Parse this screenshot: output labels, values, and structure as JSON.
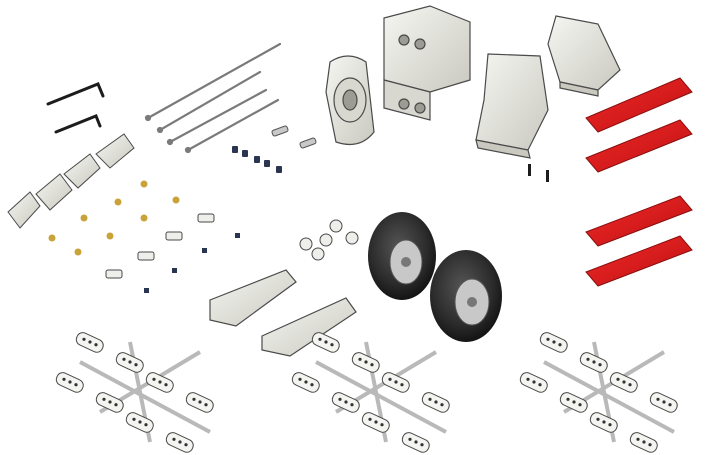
{
  "image": {
    "description_kind": "product-parts-illustration",
    "background_color": "#ffffff"
  },
  "palette": {
    "wire": "#6f6f6f",
    "steel": "#bdbdbd",
    "plastic_light": "#eeeeea",
    "plastic_mid": "#d8d8d0",
    "plastic_dark": "#9c9c94",
    "outline": "#4a4a4a",
    "black": "#1c1c1c",
    "tire": "#2b2b2b",
    "tire_hi": "#4a4a4a",
    "hub": "#c8c8c8",
    "red": "#e01b1b",
    "brass": "#c9a23a",
    "bolt_blue": "#2a3552"
  },
  "parts": {
    "hinge_sheets": 3,
    "red_pads": 4,
    "wheels": 2,
    "pushrods": 4,
    "allen_keys": 2,
    "control_horns": 4
  }
}
